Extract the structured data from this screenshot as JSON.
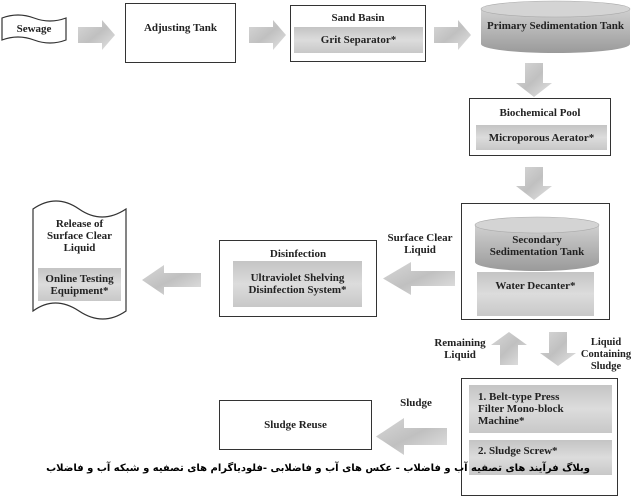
{
  "nodes": {
    "sewage": "Sewage",
    "adjusting_tank": "Adjusting Tank",
    "sand_basin": {
      "title": "Sand Basin",
      "equipment": "Grit Separator*"
    },
    "primary": "Primary Sedimentation Tank",
    "biochemical": {
      "title": "Biochemical Pool",
      "equipment": "Microporous Aerator*"
    },
    "secondary": {
      "title": "Secondary Sedimentation Tank",
      "equipment": "Water Decanter*"
    },
    "disinfection": {
      "title": "Disinfection",
      "equipment": "Ultraviolet Shelving Disinfection System*"
    },
    "release": {
      "title": "Release of Surface Clear Liquid",
      "equipment": "Online Testing Equipment*"
    },
    "sludge_treatment": {
      "item1": "1. Belt-type Press Filter Mono-block Machine*",
      "item2": "2. Sludge Screw*"
    },
    "sludge_reuse": "Sludge Reuse"
  },
  "flow_labels": {
    "surface_clear_liquid": "Surface Clear Liquid",
    "remaining_liquid": "Remaining Liquid",
    "liquid_containing_sludge": "Liquid Containing Sludge",
    "sludge": "Sludge"
  },
  "watermark": "وبلاگ فرآیند های تصفیه آب و فاضلاب - عکس های آب و فاضلابی -فلودیاگرام های تصفیه و شبکه آب و فاضلاب"
}
